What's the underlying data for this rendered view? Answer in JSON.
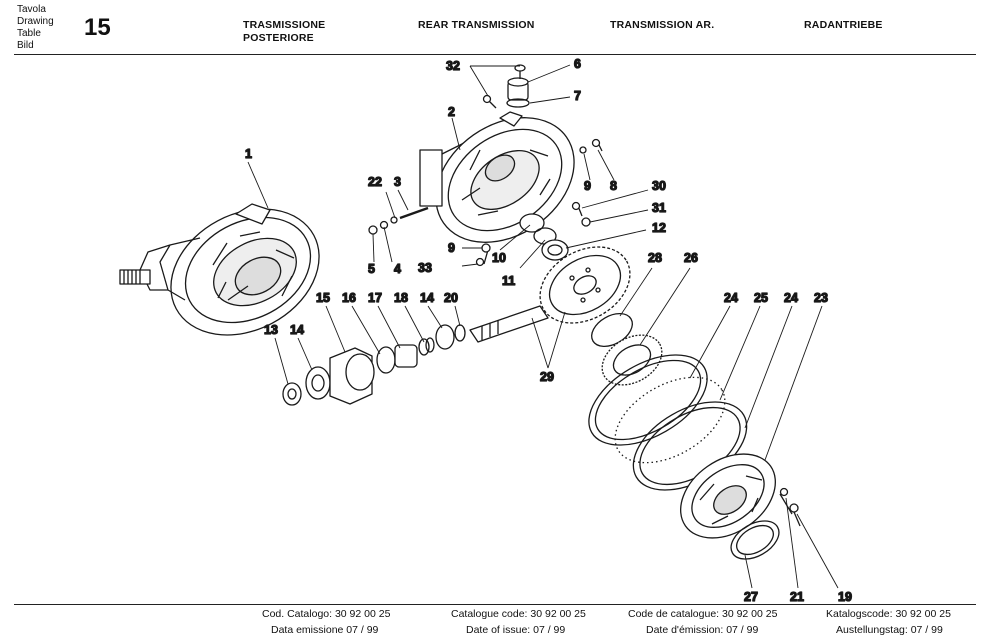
{
  "header": {
    "words": [
      "Tavola",
      "Drawing",
      "Table",
      "Bild"
    ],
    "number": "15",
    "title_it": "TRASMISSIONE\nPOSTERIORE",
    "title_en": "REAR TRANSMISSION",
    "title_fr": "TRANSMISSION AR.",
    "title_de": "RADANTRIEBE"
  },
  "callouts": [
    "1",
    "2",
    "3",
    "4",
    "5",
    "6",
    "7",
    "8",
    "9",
    "9",
    "10",
    "11",
    "12",
    "13",
    "14",
    "14",
    "15",
    "16",
    "17",
    "18",
    "19",
    "20",
    "21",
    "22",
    "23",
    "24",
    "24",
    "25",
    "26",
    "27",
    "28",
    "29",
    "30",
    "31",
    "32",
    "33"
  ],
  "footer": {
    "catalog_it": "Cod. Catalogo: 30 92 00 25",
    "catalog_en": "Catalogue code: 30 92 00 25",
    "catalog_fr": "Code de catalogue: 30 92 00 25",
    "catalog_de": "Katalogscode: 30 92 00 25",
    "issue_it": "Data emissione 07 / 99",
    "issue_en": "Date of issue: 07 / 99",
    "issue_fr": "Date d'émission: 07 / 99",
    "issue_de": "Austellungstag: 07 / 99"
  }
}
